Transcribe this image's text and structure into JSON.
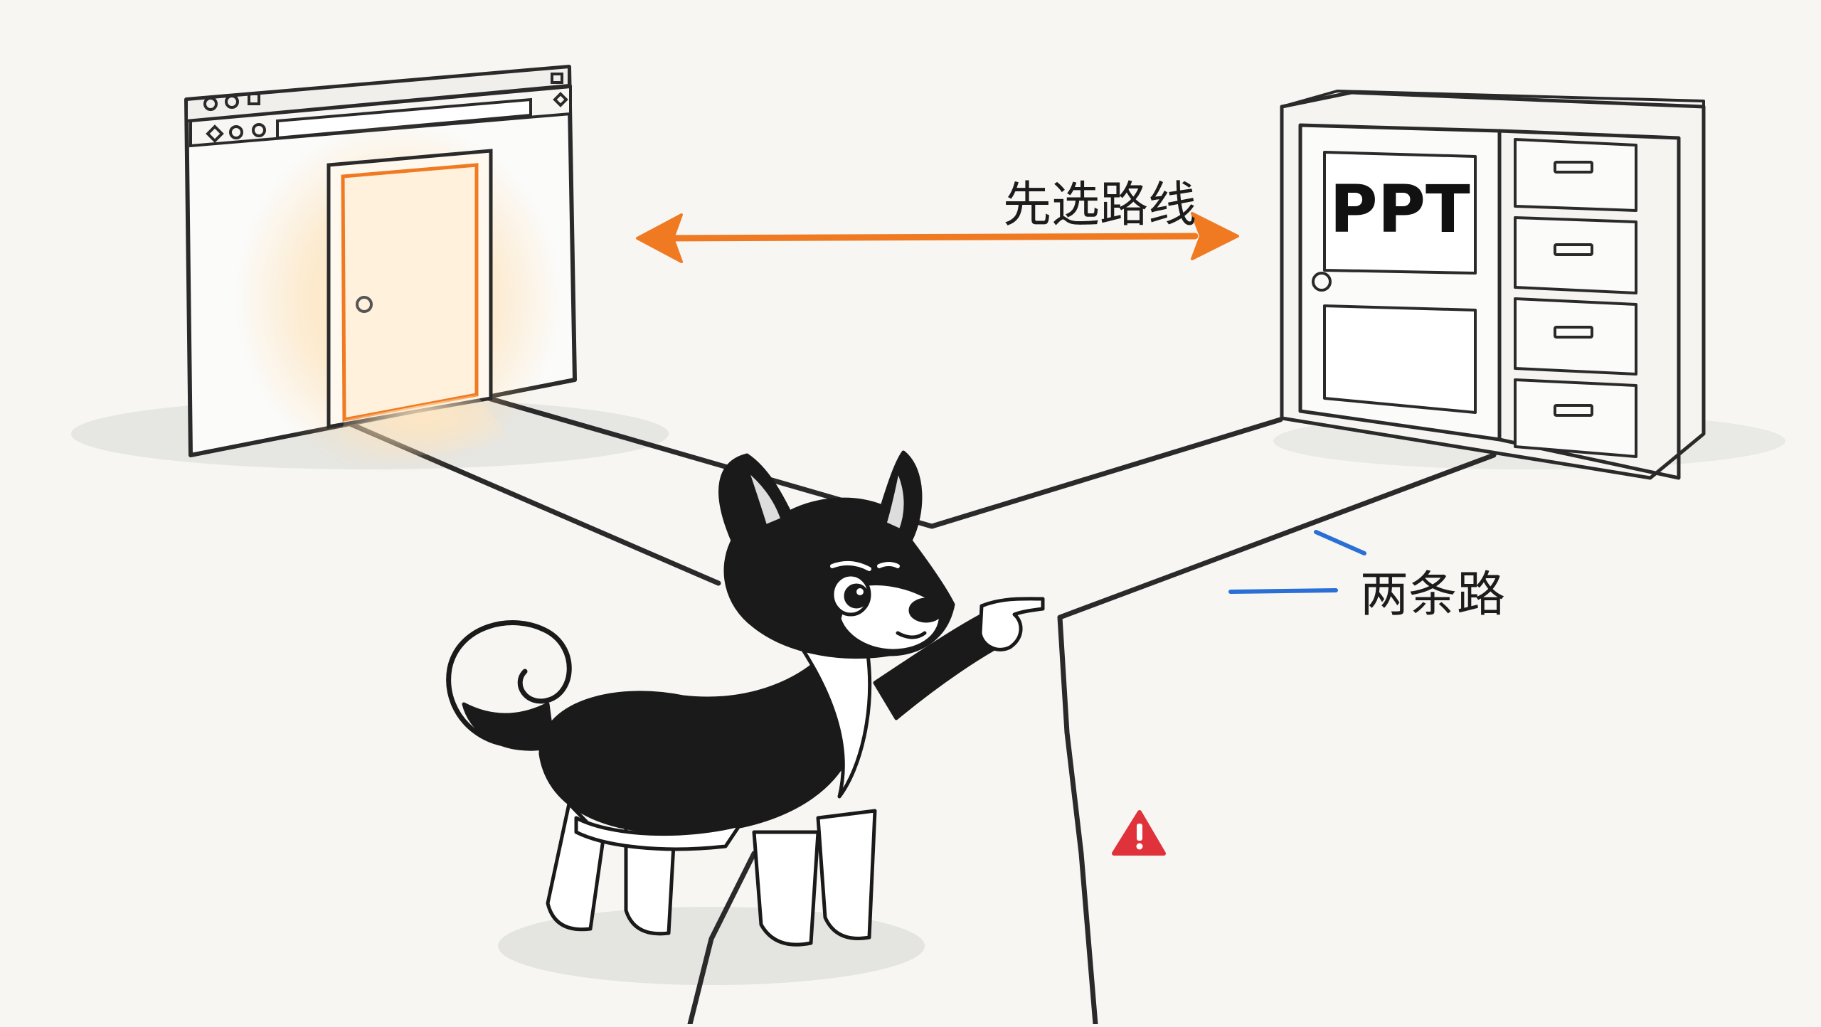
{
  "labels": {
    "preferred_route": "先选路线",
    "two_roads": "两条路",
    "cabinet_door": "PPT"
  },
  "icons": {
    "browser_window": "browser-window-icon",
    "glowing_door": "door-icon",
    "file_cabinet": "file-cabinet-icon",
    "double_arrow": "double-arrow-icon",
    "warning": "warning-icon",
    "dog": "shiba-dog-illustration"
  },
  "colors": {
    "background": "#f7f6f3",
    "ink": "#2a2a2a",
    "accent_orange": "#f07a22",
    "leader_blue": "#2a6fd6",
    "warning_red": "#e0323a",
    "door_glow": "#fff4e2"
  }
}
